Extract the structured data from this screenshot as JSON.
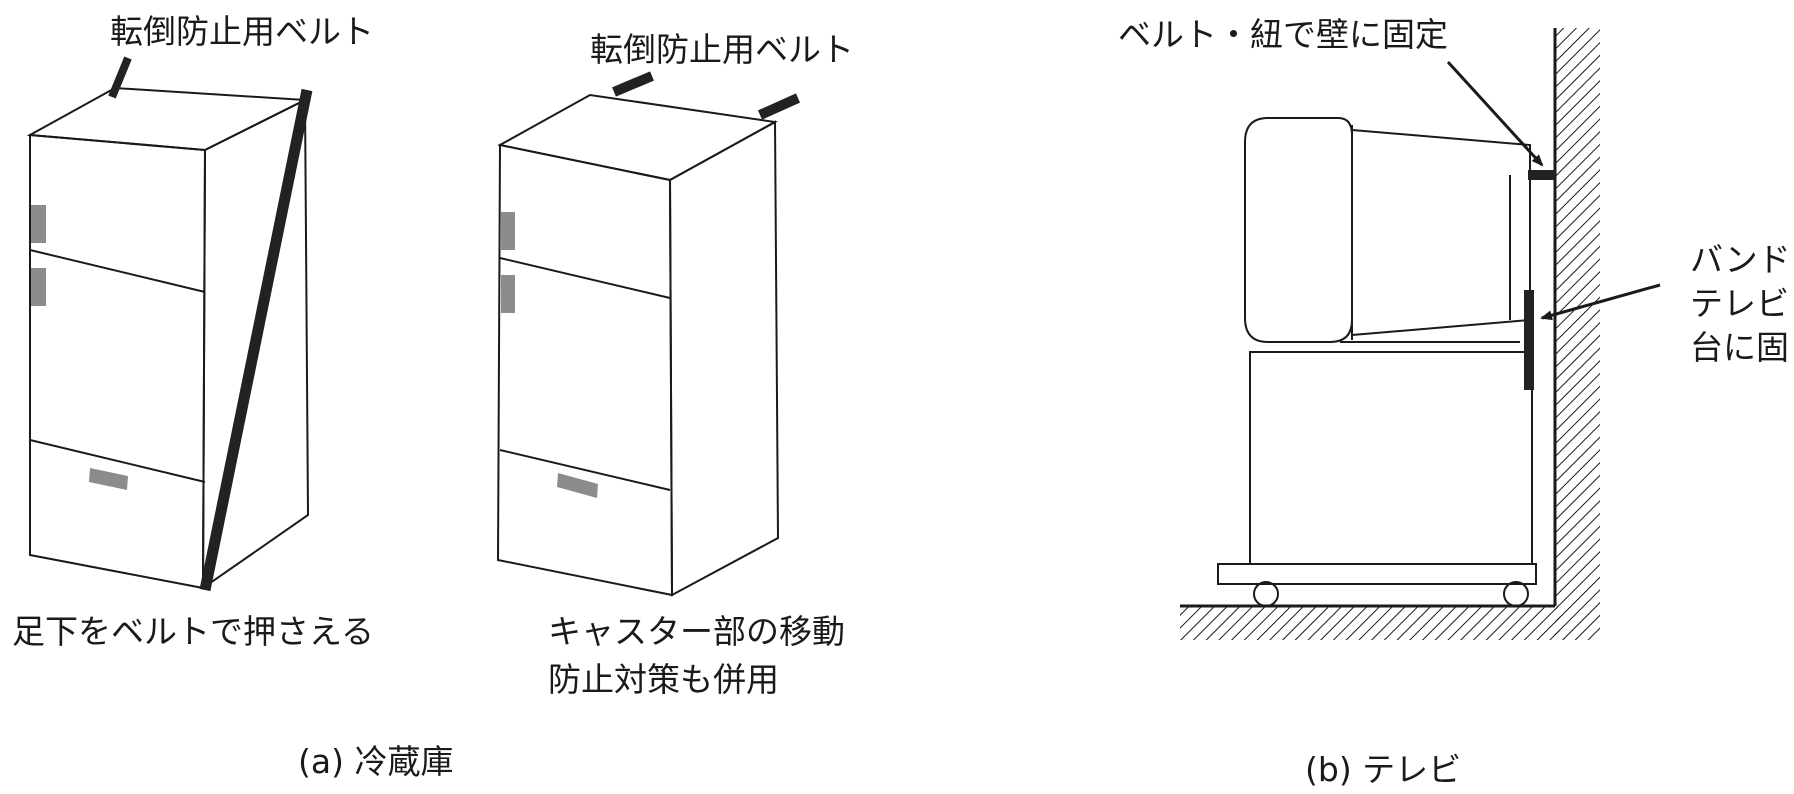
{
  "fridge_panel": {
    "belt_label_left": "転倒防止用ベルト",
    "belt_label_right": "転倒防止用ベルト",
    "foot_note": "足下をベルトで押さえる",
    "caster_note_line1": "キャスター部の移動",
    "caster_note_line2": "防止対策も併用",
    "caption": "(a) 冷蔵庫"
  },
  "tv_panel": {
    "wall_label": "ベルト・紐で壁に固定",
    "band_line1": "バンド",
    "band_line2": "テレビ",
    "band_line3": "台に固",
    "caption": "(b) テレビ"
  },
  "colors": {
    "line": "#1a1a1a",
    "belt": "#222222",
    "handle": "#8c8c8c",
    "background": "#ffffff"
  }
}
